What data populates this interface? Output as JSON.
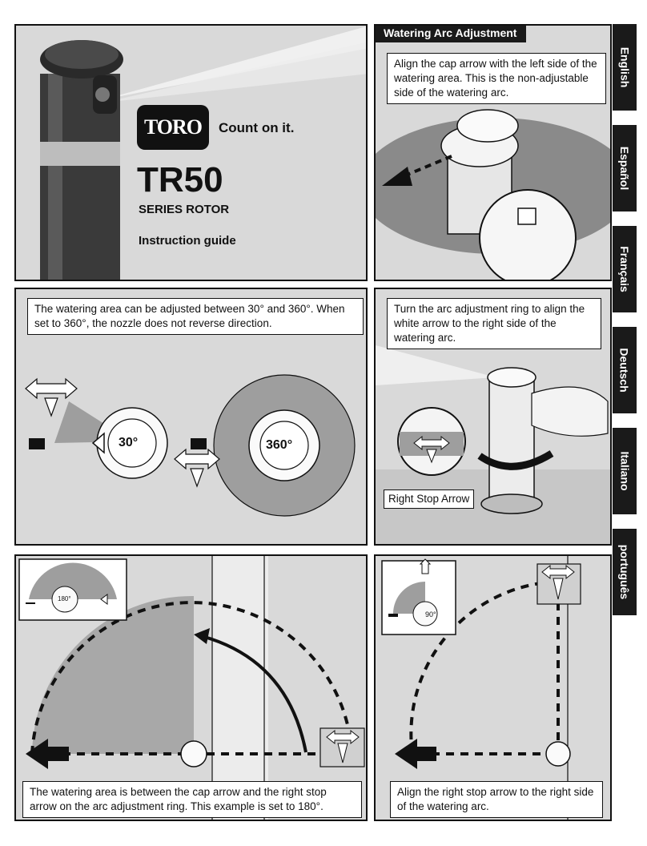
{
  "cover": {
    "brand": "TORO",
    "tagline": "Count on it.",
    "model": "TR50",
    "subtitle": "SERIES ROTOR",
    "guide": "Instruction guide"
  },
  "sections": {
    "arc_title": "Watering Arc Adjustment",
    "arc_text": "Align the cap arrow with the left side of the watering area. This is the non-adjustable side of the watering arc.",
    "range_text": "The watering area can be adjusted between 30° and 360°. When set to 360°, the nozzle does not reverse direction.",
    "ring_text": "Turn the arc adjustment ring to align the white arrow to the right side of the watering arc.",
    "right_stop_label": "Right Stop Arrow",
    "area_text": "The watering area is between the cap arrow and the right stop arrow on the arc adjustment ring. This example is set to 180°.",
    "align_text": "Align the right stop arrow to the right side of the watering arc."
  },
  "dials": {
    "d30": "30°",
    "d360": "360°",
    "d180": "180°",
    "d90": "90°"
  },
  "languages": [
    "English",
    "Español",
    "Français",
    "Deutsch",
    "Italiano",
    "português"
  ],
  "colors": {
    "panel_bg": "#d9d9d9",
    "dark": "#1a1a1a",
    "spray_area": "#9e9e9e"
  }
}
